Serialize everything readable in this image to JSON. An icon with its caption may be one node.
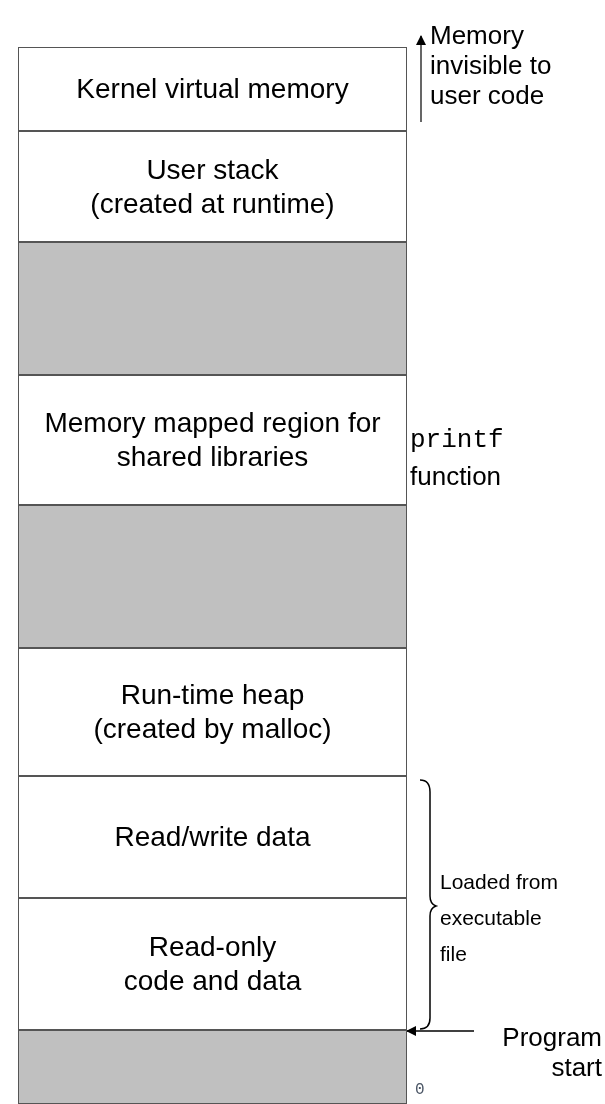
{
  "diagram": {
    "nodes": [
      {
        "text": [
          "Kernel virtual memory"
        ]
      },
      {
        "text": [
          "User stack",
          "(created at runtime)"
        ]
      },
      {
        "text": [],
        "shape": "box"
      },
      {
        "text": [
          "Memory mapped region for shared libraries"
        ]
      },
      {
        "text": [],
        "shape": "box"
      },
      {
        "text": [
          "Run-time heap",
          "(created by malloc)"
        ]
      },
      {
        "text": [
          "Read/write data"
        ]
      },
      {
        "text": [
          "Read-only code and data"
        ]
      },
      {
        "text": [],
        "shape": "box",
        "beside": [
          "0"
        ]
      },
      {
        "text": [
          "Memory invisible to user code"
        ]
      },
      {
        "text": [
          "Program start"
        ]
      }
    ],
    "edges": [
      {
        "from": 10,
        "to": 8,
        "arrow": "to"
      }
    ],
    "labels": [
      "printf",
      "function",
      "Loaded from executable file"
    ]
  }
}
